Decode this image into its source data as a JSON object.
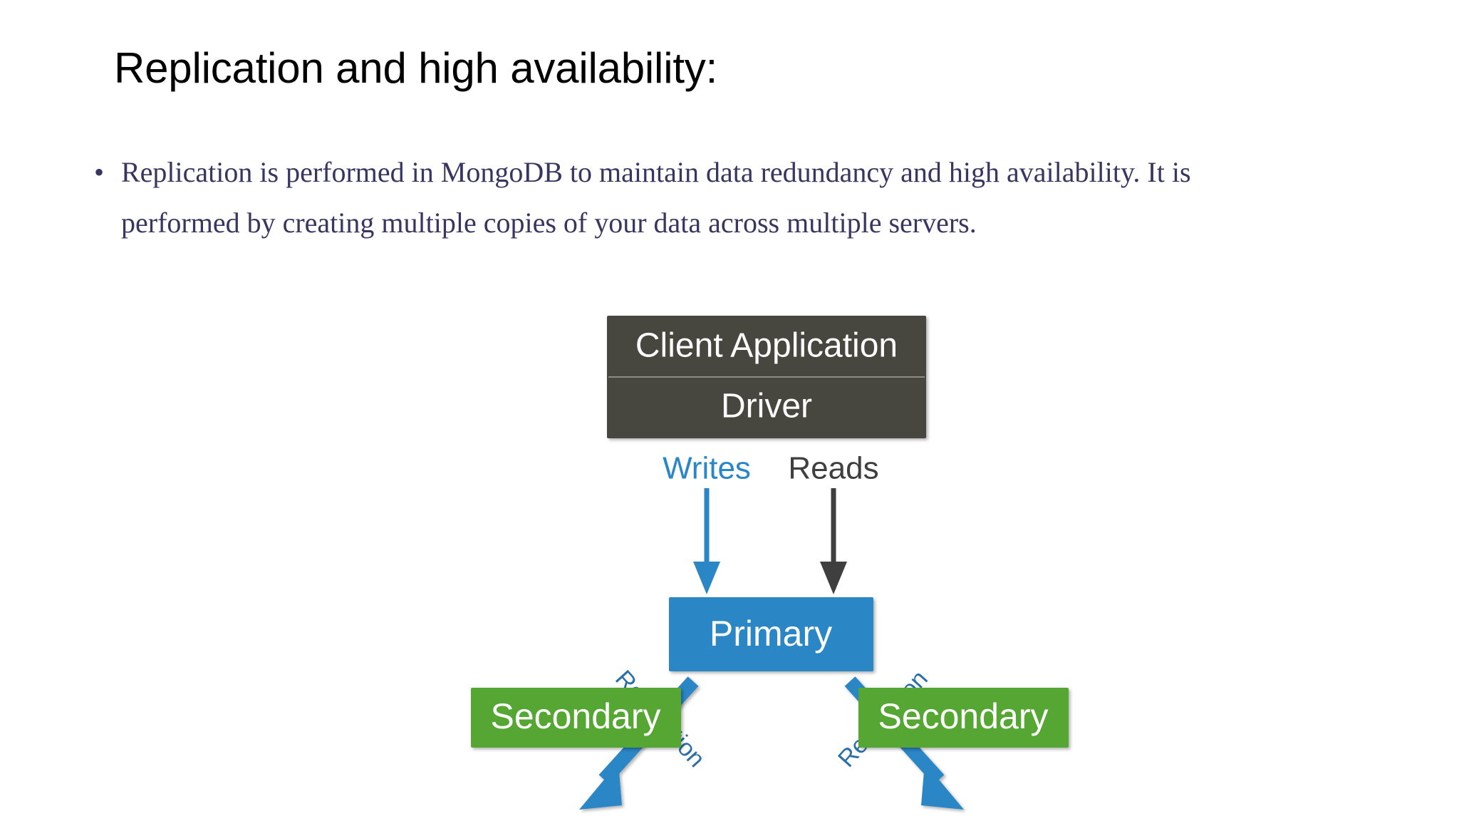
{
  "slide": {
    "title": "Replication and high availability:",
    "bullets": [
      {
        "marker": "•",
        "text": "Replication is performed in MongoDB to maintain data redundancy and high availability.  It is performed by creating multiple copies of your data across multiple servers."
      }
    ],
    "background_color": "#ffffff",
    "title_color": "#000000",
    "body_color": "#363661"
  },
  "diagram": {
    "name": "mongodb-replica-set-diagram",
    "nodes": {
      "client_application": "Client Application",
      "driver": "Driver",
      "primary": "Primary",
      "secondary_left": "Secondary",
      "secondary_right": "Secondary"
    },
    "edges": {
      "writes": "Writes",
      "reads": "Reads",
      "replication_left": "Replication",
      "replication_right": "Replication"
    },
    "colors": {
      "client_box": "#47473f",
      "client_divider": "#8d8d86",
      "primary_box": "#2b86c5",
      "secondary_box": "#55a630",
      "writes_arrow": "#2b86c5",
      "reads_arrow": "#3f3f3f",
      "replication_arrow": "#2b86c5",
      "writes_label": "#2b86c5",
      "reads_label": "#3f3f3f",
      "replication_label": "#2b6ea8",
      "node_text": "#ffffff"
    }
  }
}
